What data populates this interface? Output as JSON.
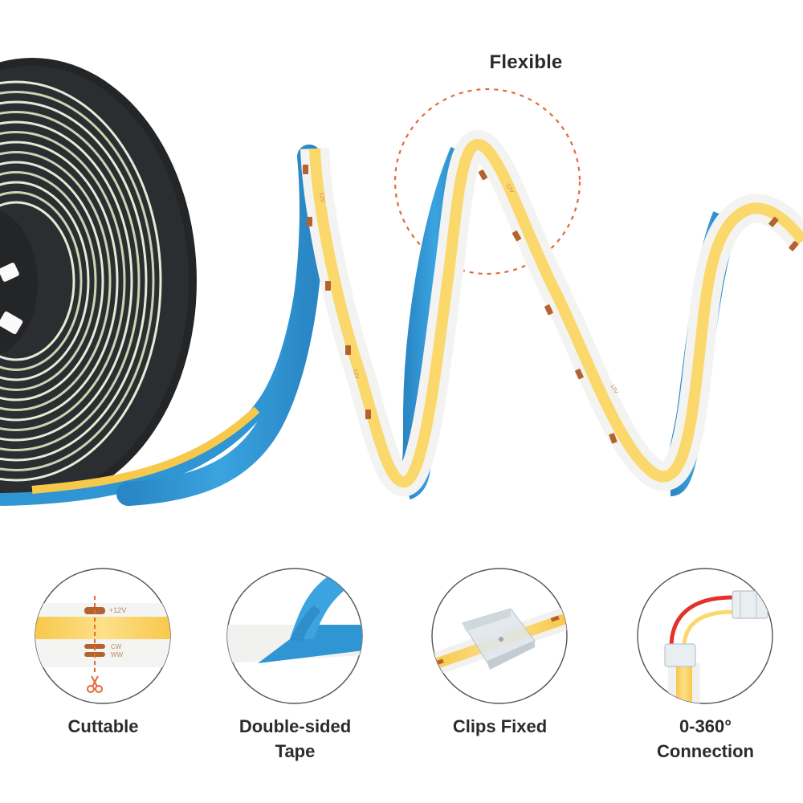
{
  "hero": {
    "callout": "Flexible",
    "strip_marks": [
      "12V",
      "12V",
      "12V",
      "12V"
    ]
  },
  "features": [
    {
      "id": "cuttable",
      "icon": "scissors-icon",
      "lines": [
        "Cuttable"
      ],
      "marks": [
        "+12V",
        "CW",
        "WW"
      ]
    },
    {
      "id": "double-sided-tape",
      "icon": "tape-icon",
      "lines": [
        "Double-sided",
        "Tape"
      ]
    },
    {
      "id": "clips-fixed",
      "icon": "clip-icon",
      "lines": [
        "Clips Fixed"
      ]
    },
    {
      "id": "connection",
      "icon": "connector-icon",
      "lines": [
        "0-360°",
        "Connection"
      ]
    }
  ],
  "colors": {
    "reel": "#262729",
    "strip_white": "#f3f3f1",
    "led_yellow": "#fbd86b",
    "tape_blue": "#2f95d3",
    "copper": "#b4632f",
    "callout_dash": "#e26b3a",
    "wire_red": "#e2322a"
  }
}
